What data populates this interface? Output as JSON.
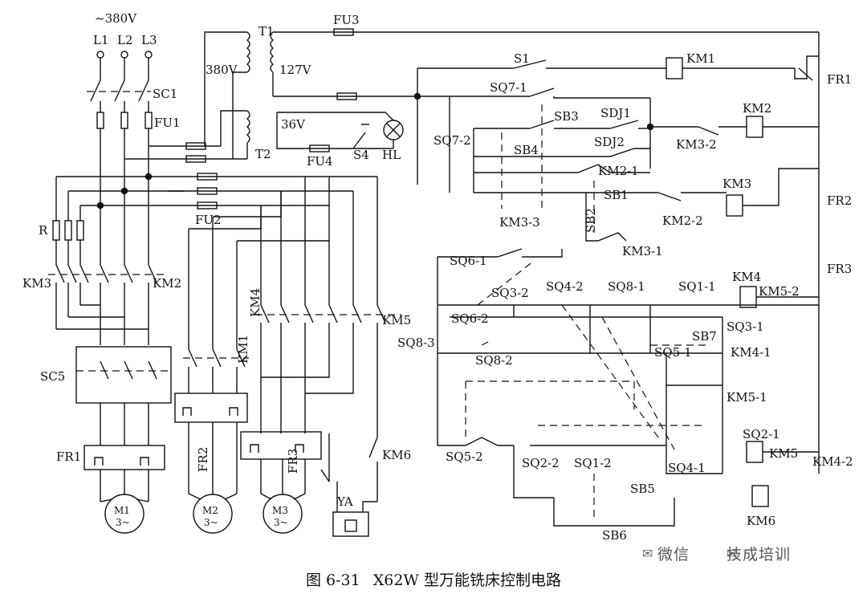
{
  "labels": {
    "supply": "~380V",
    "L1": "L1",
    "L2": "L2",
    "L3": "L3",
    "SC1": "SC1",
    "FU1": "FU1",
    "R": "R",
    "KM3": "KM3",
    "KM2": "KM2",
    "SC5": "SC5",
    "FR1_main": "FR1",
    "M1": "M1",
    "M2": "M2",
    "M3": "M3",
    "three_phase": "3~",
    "T1": "T1",
    "T2": "T2",
    "v380": "380V",
    "v127": "127V",
    "v36": "36V",
    "FU2": "FU2",
    "FU3": "FU3",
    "FU4": "FU4",
    "S4": "S4",
    "HL": "HL",
    "KM1": "KM1",
    "FR2": "FR2",
    "FR3_main": "FR3",
    "KM4": "KM4",
    "KM5": "KM5",
    "KM6": "KM6",
    "YA": "YA",
    "S1": "S1",
    "SQ7_1": "SQ7-1",
    "SQ7_2": "SQ7-2",
    "SB3": "SB3",
    "SB4": "SB4",
    "SDJ1": "SDJ1",
    "SDJ2": "SDJ2",
    "KM1_coil": "KM1",
    "FR1_ctl": "FR1",
    "KM2_coil": "KM2",
    "KM3_2": "KM3-2",
    "KM2_1": "KM2-1",
    "SB1": "SB1",
    "SB2": "SB2",
    "KM3_3": "KM3-3",
    "KM3_1": "KM3-1",
    "KM3_coil": "KM3",
    "KM2_2": "KM2-2",
    "FR2_ctl": "FR2",
    "FR3_ctl": "FR3",
    "SQ6_1": "SQ6-1",
    "SQ6_2": "SQ6-2",
    "SQ3_2": "SQ3-2",
    "SQ4_2": "SQ4-2",
    "SQ8_1": "SQ8-1",
    "SQ1_1": "SQ1-1",
    "SQ8_3": "SQ8-3",
    "SQ8_2": "SQ8-2",
    "KM4_coil": "KM4",
    "KM5_2": "KM5-2",
    "SQ3_1": "SQ3-1",
    "SB7": "SB7",
    "SQ5_1": "SQ5-1",
    "KM4_1": "KM4-1",
    "KM5_1": "KM5-1",
    "SQ5_2": "SQ5-2",
    "SQ2_2": "SQ2-2",
    "SQ1_2": "SQ1-2",
    "SQ4_1": "SQ4-1",
    "SQ2_1": "SQ2-1",
    "KM5_coil": "KM5",
    "KM4_2": "KM4-2",
    "SB5": "SB5",
    "SB6": "SB6",
    "KM6_coil": "KM6"
  },
  "watermark": {
    "left": "微信",
    "right": "技成培训"
  },
  "caption": {
    "figure": "图 6-31",
    "title": "X62W 型万能铣床控制电路"
  }
}
